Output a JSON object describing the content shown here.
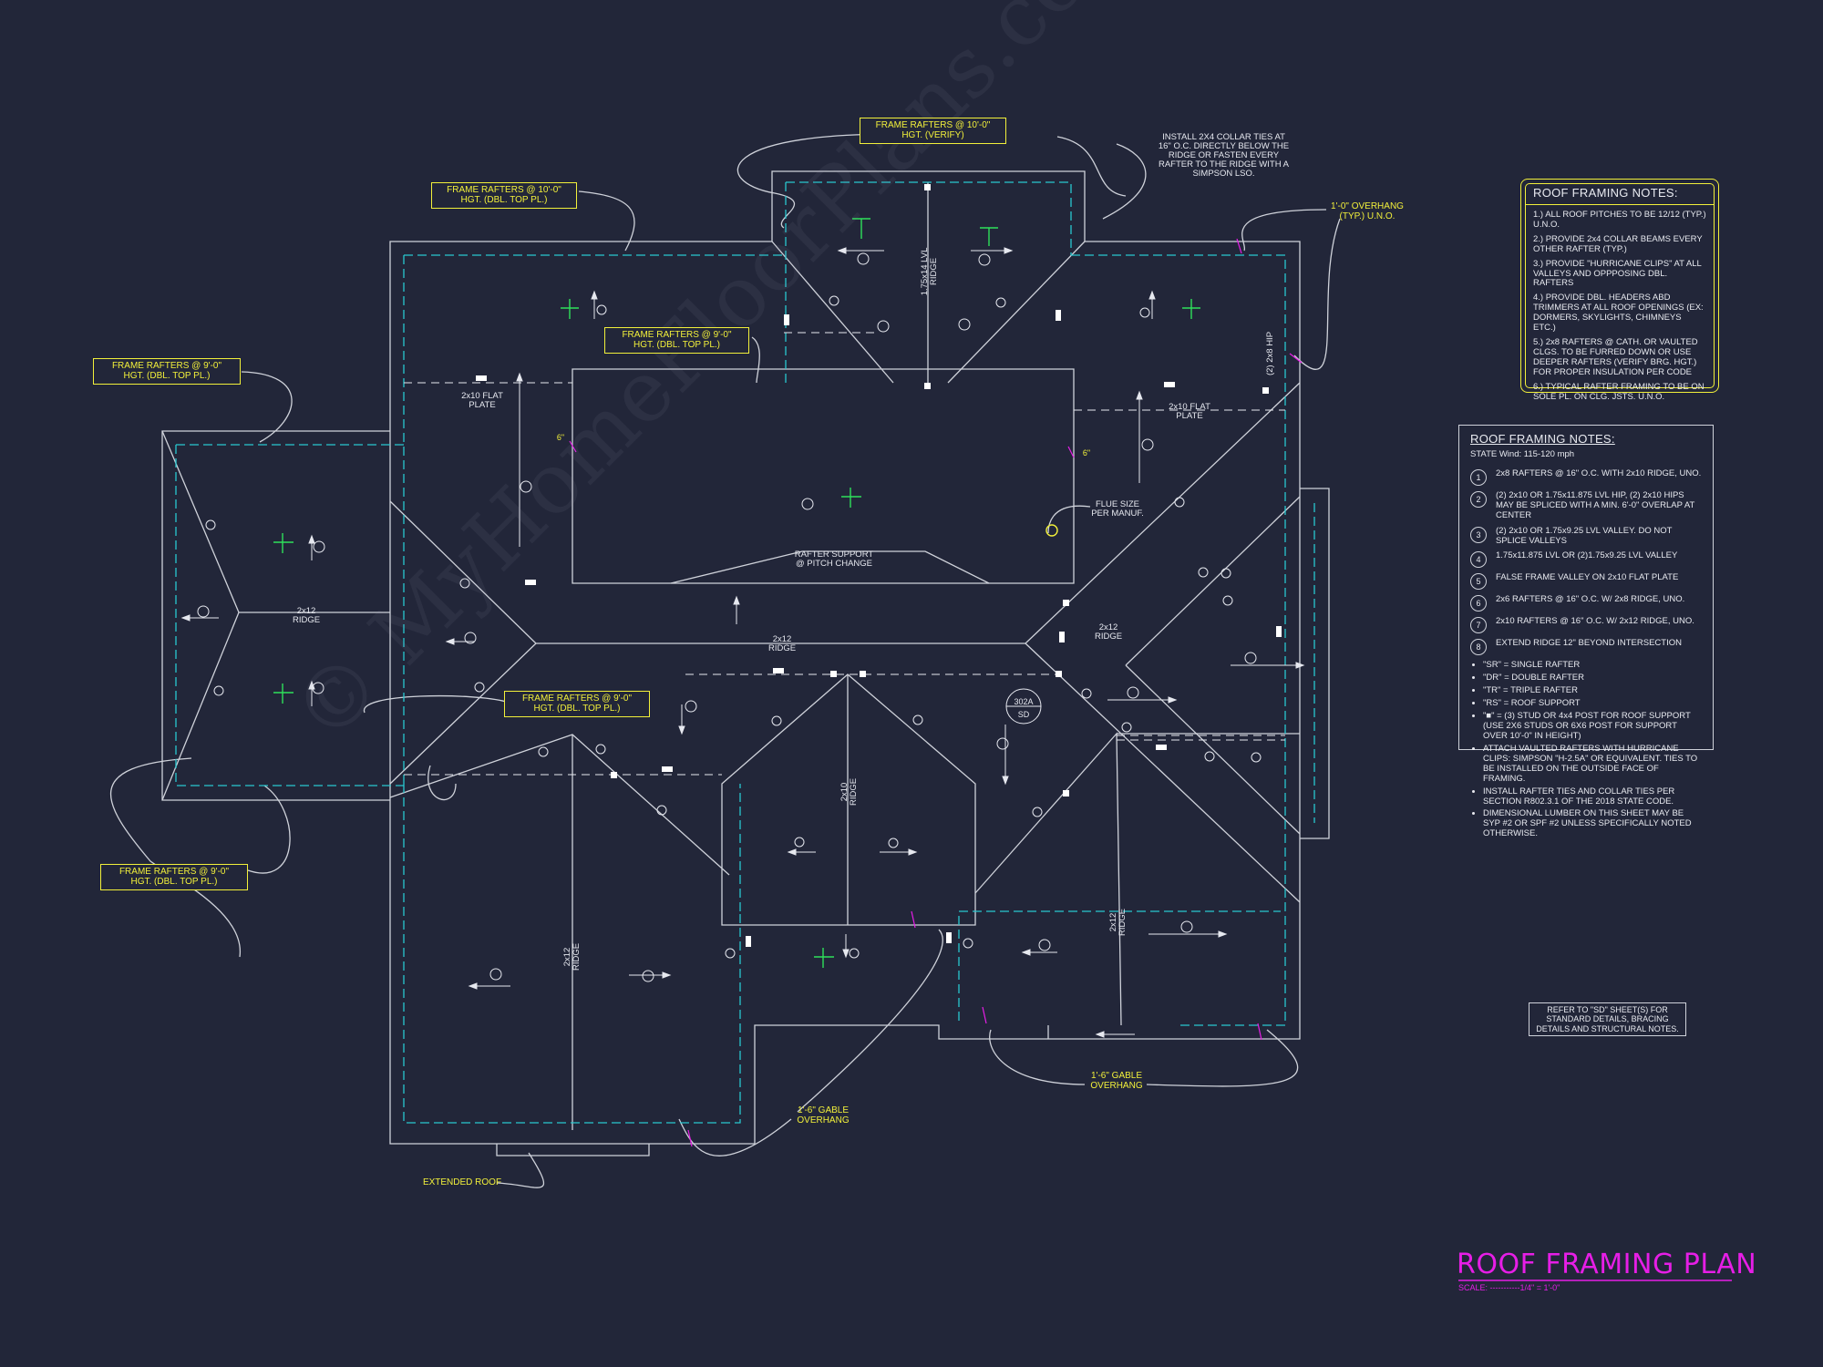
{
  "title_block": {
    "title": "ROOF FRAMING PLAN",
    "scale": "SCALE: -----------1/4\" = 1'-0\""
  },
  "colors": {
    "background": "#222639",
    "linework": "#cfd2da",
    "dashed_wall": "#28c8d0",
    "callout": "#f2f03a",
    "title": "#e61ee6",
    "pitch_symbol": "#2ee05a"
  },
  "callouts": {
    "top_center": "FRAME RAFTERS @ 10'-0\" HGT. (VERIFY)",
    "top_left": "FRAME RAFTERS @ 10'-0\" HGT. (DBL. TOP PL.)",
    "center_left": "FRAME RAFTERS @ 9'-0\" HGT. (DBL. TOP PL.)",
    "left_upper": "FRAME RAFTERS @ 9'-0\" HGT. (DBL. TOP PL.)",
    "middle": "FRAME RAFTERS @ 9'-0\" HGT. (DBL. TOP PL.)",
    "left_lower": "FRAME RAFTERS @ 9'-0\" HGT. (DBL. TOP PL.)"
  },
  "annotations": {
    "collar_ties": "INSTALL 2X4 COLLAR TIES AT 16\" O.C. DIRECTLY BELOW THE RIDGE OR FASTEN EVERY RAFTER TO THE RIDGE WITH A SIMPSON LSO.",
    "overhang": "1'-0\" OVERHANG (TYP.) U.N.O.",
    "gable_right": "1'-6\" GABLE OVERHANG",
    "gable_center": "1'-6\" GABLE OVERHANG",
    "extended_roof": "EXTENDED ROOF",
    "flue": "FLUE SIZE PER MANUF.",
    "rafter_support": "RAFTER SUPPORT @ PITCH CHANGE",
    "flat_plate_left": "2x10 FLAT PLATE",
    "flat_plate_right": "2x10 FLAT PLATE",
    "lvl_ridge": "1.75x14 LVL RIDGE",
    "ridge_left": "2x12 RIDGE",
    "ridge_center": "2x12 RIDGE",
    "ridge_right": "2x12 RIDGE",
    "ridge_bottom_left": "2x12 RIDGE",
    "ridge_bottom_right": "2x12 RIDGE",
    "ridge_bay": "2x10 RIDGE",
    "hip": "(2) 2x8 HIP",
    "section_tag_top": "302A",
    "section_tag_bottom": "SD",
    "refer_note": "REFER TO \"SD\" SHEET(S) FOR STANDARD DETAILS, BRACING DETAILS AND STRUCTURAL NOTES.",
    "six_inch": "6\""
  },
  "notes_yellow": {
    "title": "ROOF FRAMING NOTES:",
    "items": [
      "1.) ALL ROOF PITCHES TO BE 12/12 (TYP.) U.N.O.",
      "2.) PROVIDE 2x4 COLLAR BEAMS EVERY OTHER RAFTER (TYP.)",
      "3.) PROVIDE \"HURRICANE CLIPS\" AT ALL VALLEYS AND OPPPOSING DBL. RAFTERS",
      "4.) PROVIDE DBL. HEADERS ABD TRIMMERS AT ALL ROOF OPENINGS (EX: DORMERS, SKYLIGHTS, CHIMNEYS ETC.)",
      "5.) 2x8 RAFTERS @ CATH. OR VAULTED CLGS. TO BE FURRED DOWN OR USE DEEPER RAFTERS (VERIFY BRG. HGT.) FOR PROPER INSULATION PER CODE",
      "6.) TYPICAL RAFTER FRAMING TO BE ON SOLE PL. ON CLG. JSTS. U.N.O."
    ]
  },
  "notes_white": {
    "title": "ROOF FRAMING NOTES:",
    "subtitle": "STATE Wind: 115-120 mph",
    "numbered": [
      {
        "n": "1",
        "text": "2x8 RAFTERS @ 16\" O.C. WITH 2x10 RIDGE, UNO."
      },
      {
        "n": "2",
        "text": "(2) 2x10 OR 1.75x11.875 LVL HIP, (2) 2x10 HIPS MAY BE SPLICED WITH A MIN. 6'-0\" OVERLAP AT CENTER"
      },
      {
        "n": "3",
        "text": "(2) 2x10 OR 1.75x9.25 LVL VALLEY. DO NOT SPLICE VALLEYS"
      },
      {
        "n": "4",
        "text": "1.75x11.875 LVL OR (2)1.75x9.25 LVL VALLEY"
      },
      {
        "n": "5",
        "text": "FALSE FRAME VALLEY ON 2x10 FLAT PLATE"
      },
      {
        "n": "6",
        "text": "2x6 RAFTERS @ 16\" O.C. W/ 2x8 RIDGE, UNO."
      },
      {
        "n": "7",
        "text": "2x10 RAFTERS @ 16\" O.C. W/ 2x12 RIDGE, UNO."
      },
      {
        "n": "8",
        "text": "EXTEND RIDGE 12\" BEYOND INTERSECTION"
      }
    ],
    "bullets": [
      "\"SR\" = SINGLE RAFTER",
      "\"DR\" = DOUBLE RAFTER",
      "\"TR\" = TRIPLE RAFTER",
      "\"RS\" = ROOF SUPPORT",
      "\"■\" = (3) STUD OR 4x4 POST FOR ROOF SUPPORT (USE 2X6 STUDS OR 6X6 POST FOR SUPPORT OVER 10'-0\" IN HEIGHT)",
      "ATTACH VAULTED RAFTERS WITH HURRICANE CLIPS: SIMPSON \"H-2.5A\" OR EQUIVALENT. TIES TO BE INSTALLED ON THE OUTSIDE FACE OF FRAMING.",
      "INSTALL RAFTER TIES AND COLLAR TIES PER SECTION R802.3.1 OF THE 2018 STATE CODE.",
      "DIMENSIONAL LUMBER ON THIS SHEET MAY BE SYP #2 OR SPF #2 UNLESS SPECIFICALLY NOTED OTHERWISE."
    ]
  },
  "watermark": "© MyHomeFloorPlans.com ILLEGAL to use for Construction May be used for Estimation"
}
